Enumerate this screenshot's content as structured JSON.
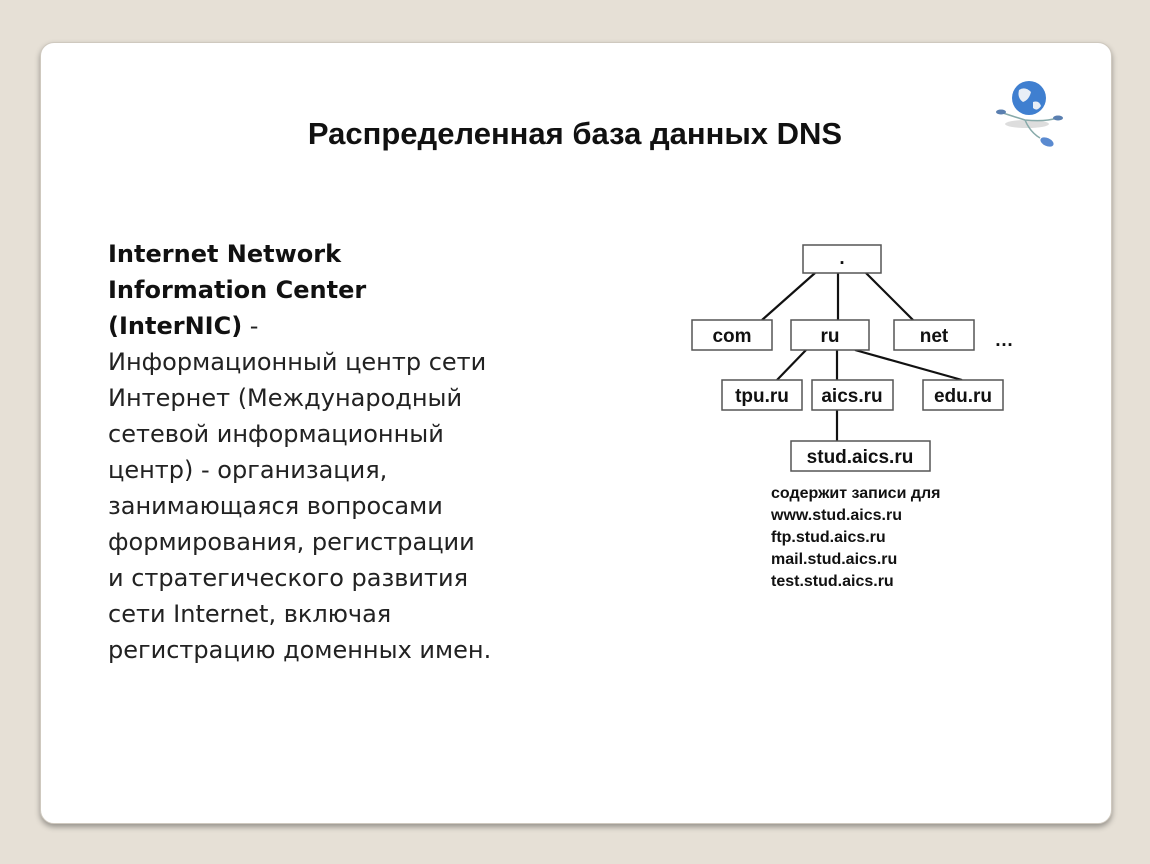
{
  "title": "Распределенная база данных DNS",
  "body": {
    "bold_lines": [
      "Internet Network",
      "Information Center",
      "(InterNIC)"
    ],
    "dash": " -",
    "lines": [
      "Информационный центр сети",
      "Интернет (Международный",
      "сетевой информационный",
      "центр) - организация,",
      "занимающаяся вопросами",
      "формирования, регистрации",
      "и стратегического развития",
      "сети Internet, включая",
      "регистрацию доменных имен."
    ]
  },
  "diagram": {
    "root": ".",
    "tld": [
      "com",
      "ru",
      "net"
    ],
    "more": "…",
    "second": [
      "tpu.ru",
      "aics.ru",
      "edu.ru"
    ],
    "third": "stud.aics.ru",
    "records": [
      "содержит записи для",
      "www.stud.aics.ru",
      "ftp.stud.aics.ru",
      "mail.stud.aics.ru",
      "test.stud.aics.ru"
    ]
  }
}
